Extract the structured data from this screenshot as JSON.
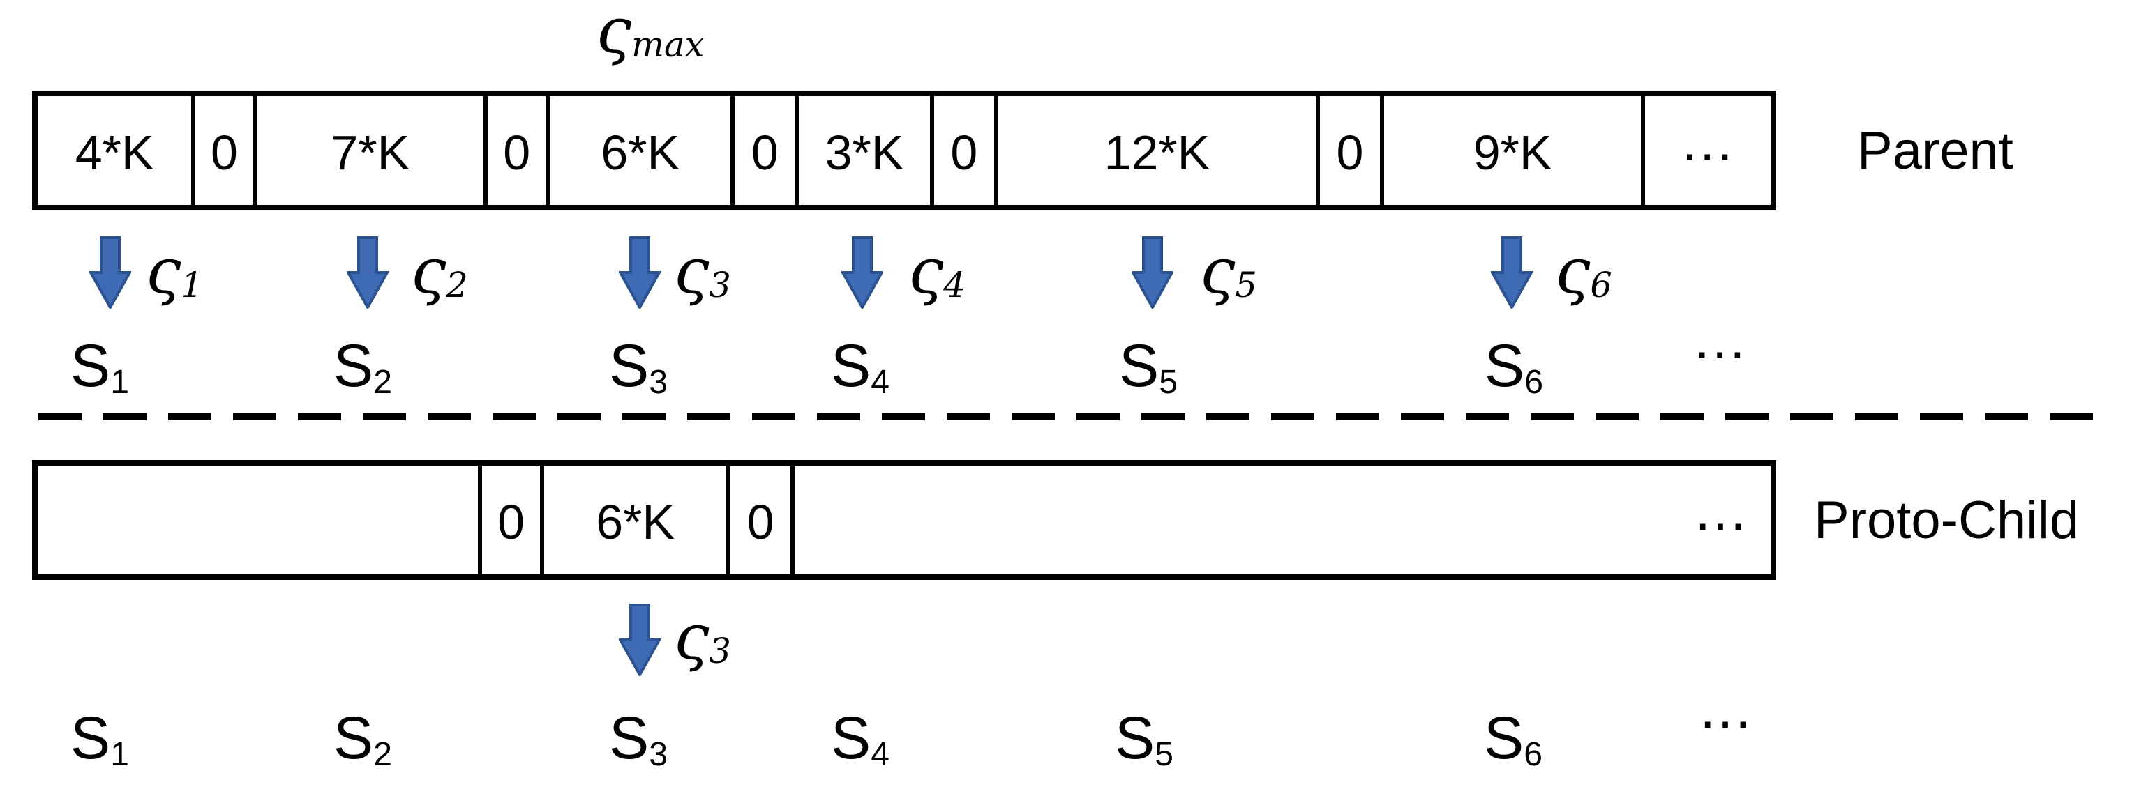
{
  "colors": {
    "arrow_fill": "#3E6BB4",
    "arrow_stroke": "#2B5291",
    "line": "#000000",
    "background": "#FFFFFF"
  },
  "sigma_max": {
    "base": "ς",
    "sub": "max"
  },
  "parent": {
    "label": "Parent",
    "cells": [
      {
        "text": "4*K"
      },
      {
        "text": "0"
      },
      {
        "text": "7*K"
      },
      {
        "text": "0"
      },
      {
        "text": "6*K"
      },
      {
        "text": "0"
      },
      {
        "text": "3*K"
      },
      {
        "text": "0"
      },
      {
        "text": "12*K"
      },
      {
        "text": "0"
      },
      {
        "text": "9*K"
      },
      {
        "text": "…"
      }
    ]
  },
  "arrows_top": [
    {
      "base": "ς",
      "sub": "1"
    },
    {
      "base": "ς",
      "sub": "2"
    },
    {
      "base": "ς",
      "sub": "3"
    },
    {
      "base": "ς",
      "sub": "4"
    },
    {
      "base": "ς",
      "sub": "5"
    },
    {
      "base": "ς",
      "sub": "6"
    }
  ],
  "s_top": {
    "items": [
      {
        "base": "S",
        "sub": "1"
      },
      {
        "base": "S",
        "sub": "2"
      },
      {
        "base": "S",
        "sub": "3"
      },
      {
        "base": "S",
        "sub": "4"
      },
      {
        "base": "S",
        "sub": "5"
      },
      {
        "base": "S",
        "sub": "6"
      }
    ],
    "ellipsis": "…"
  },
  "proto": {
    "label": "Proto-Child",
    "cells": [
      {
        "text": ""
      },
      {
        "text": "0"
      },
      {
        "text": "6*K"
      },
      {
        "text": "0"
      },
      {
        "text": "…"
      }
    ]
  },
  "arrow_bottom": {
    "base": "ς",
    "sub": "3"
  },
  "s_bottom": {
    "items": [
      {
        "base": "S",
        "sub": "1"
      },
      {
        "base": "S",
        "sub": "2"
      },
      {
        "base": "S",
        "sub": "3"
      },
      {
        "base": "S",
        "sub": "4"
      },
      {
        "base": "S",
        "sub": "5"
      },
      {
        "base": "S",
        "sub": "6"
      }
    ],
    "ellipsis": "…"
  }
}
